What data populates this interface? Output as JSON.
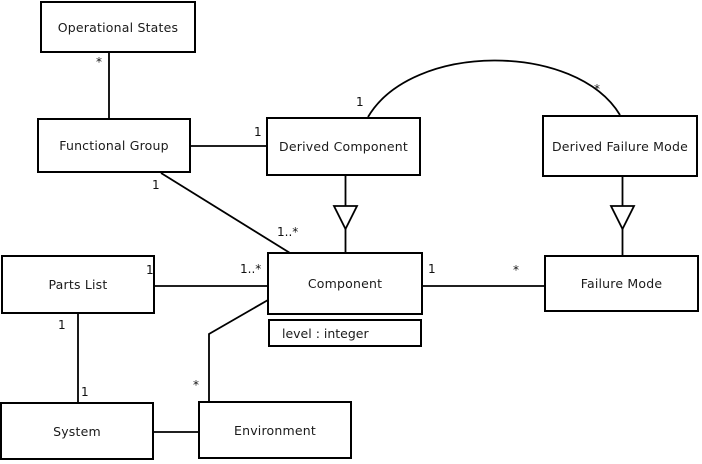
{
  "diagram": {
    "boxes": {
      "operational_states": {
        "label": "Operational States"
      },
      "functional_group": {
        "label": "Functional Group"
      },
      "derived_component": {
        "label": "Derived Component"
      },
      "derived_failure_mode": {
        "label": "Derived Failure Mode"
      },
      "parts_list": {
        "label": "Parts List"
      },
      "component": {
        "label": "Component",
        "attribute": "level : integer"
      },
      "failure_mode": {
        "label": "Failure Mode"
      },
      "system": {
        "label": "System"
      },
      "environment": {
        "label": "Environment"
      }
    },
    "multiplicities": {
      "opstates_fg": "*",
      "fg_dc": "1",
      "dc_arc": "1",
      "dfm_arc": "*",
      "fg_comp_src": "1",
      "fg_comp_dst": "1..*",
      "pl_comp_src": "1",
      "pl_comp_dst": "1..*",
      "comp_fm_src": "1",
      "comp_fm_dst": "*",
      "pl_sys_src": "1",
      "pl_sys_dst": "1",
      "env_comp": "*"
    },
    "colors": {
      "line": "#000000",
      "box_fill": "#ffffff",
      "background": "#ffffff",
      "text": "#1a1a1a"
    }
  }
}
